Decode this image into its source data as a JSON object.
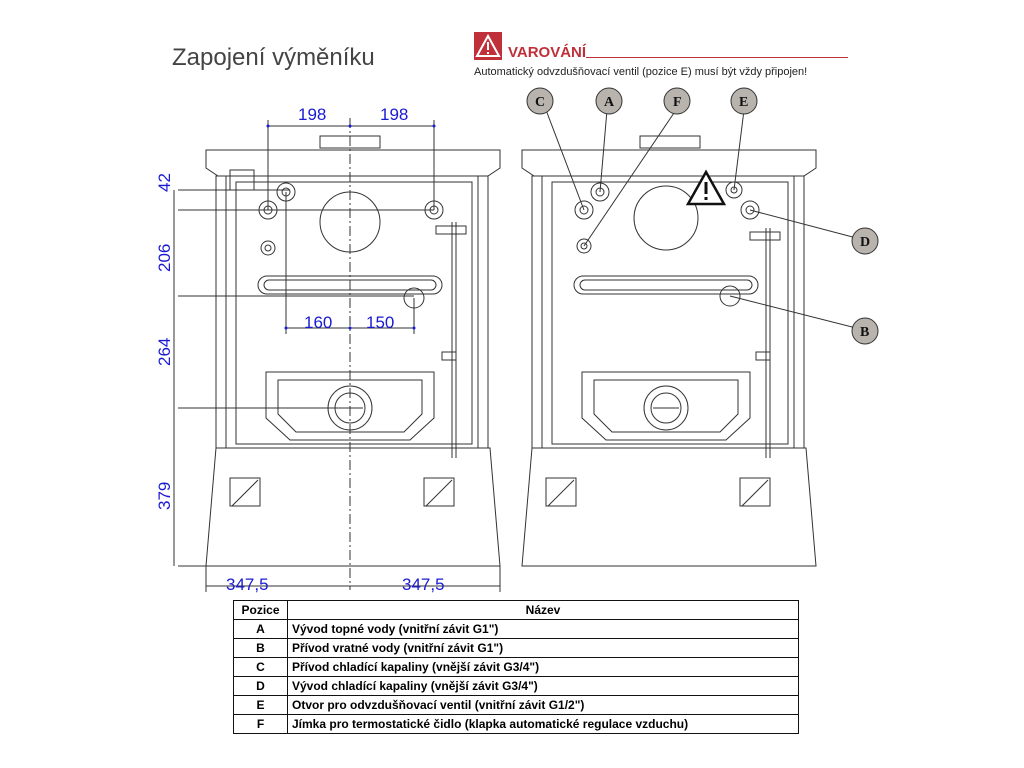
{
  "title": "Zapojení výměníku",
  "warning": {
    "label": "VAROVÁNÍ",
    "text": "Automatický odvzdušňovací ventil (pozice E) musí být vždy připojen!"
  },
  "dimensions": {
    "top_left": "198",
    "top_right": "198",
    "mid_left": "160",
    "mid_right": "150",
    "bottom_left": "347,5",
    "bottom_right": "347,5",
    "v1": "42",
    "v2": "206",
    "v3": "264",
    "v4": "379"
  },
  "bubbles": {
    "c": "C",
    "a": "A",
    "f": "F",
    "e": "E",
    "d": "D",
    "b": "B"
  },
  "table": {
    "header_pos": "Pozice",
    "header_name": "Název",
    "rows": [
      {
        "pos": "A",
        "name": "Vývod topné vody (vnitřní závit G1\")"
      },
      {
        "pos": "B",
        "name": "Přívod vratné vody (vnitřní závit G1\")"
      },
      {
        "pos": "C",
        "name": "Přívod chladící kapaliny (vnější závit G3/4\")"
      },
      {
        "pos": "D",
        "name": "Vývod chladící kapaliny (vnější závit G3/4\")"
      },
      {
        "pos": "E",
        "name": "Otvor pro odvzdušňovací ventil (vnitřní závit G1/2\")"
      },
      {
        "pos": "F",
        "name": "Jímka pro termostatické čidlo (klapka automatické regulace vzduchu)"
      }
    ]
  },
  "colors": {
    "dimension": "#1a1ad4",
    "warning": "#c0303a",
    "bubble_fill": "#b9b3ad"
  }
}
